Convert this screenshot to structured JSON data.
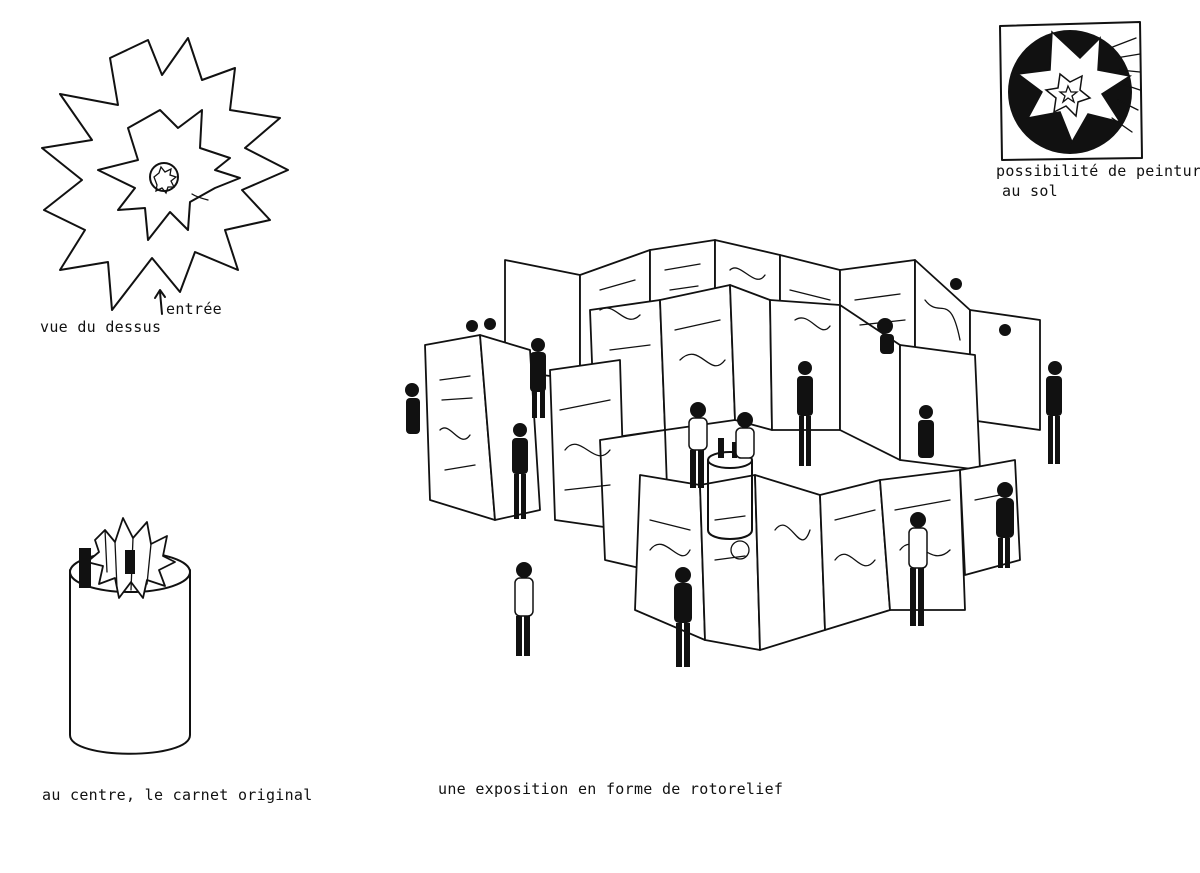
{
  "labels": {
    "top_view": "vue du dessus",
    "entrance": "entrée",
    "floor_paintings_line1": "possibilité de peintures",
    "floor_paintings_line2": "au sol",
    "center_notebook": "au centre, le carnet original",
    "exhibition": "une exposition en forme de rotorelief"
  },
  "colors": {
    "ink": "#111111",
    "paper": "#ffffff"
  },
  "icons": [
    "star-plan-drawing",
    "entrance-arrow-icon",
    "floor-painting-drawing",
    "pedestal-drawing",
    "exhibition-labyrinth-drawing"
  ]
}
